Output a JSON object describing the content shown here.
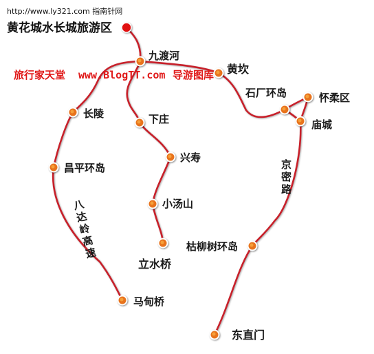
{
  "watermark": "http://www.ly321.com 指南针网",
  "banner": {
    "prefix": "旅行家天堂",
    "site": "www.BlogTT.com",
    "suffix": "导游图库"
  },
  "destination": {
    "name": "黄花城水长城旅游区"
  },
  "places": {
    "jiuduhe": "九渡河",
    "huangkan": "黄坎",
    "shichang_roundabout": "石厂环岛",
    "huairou": "怀柔区",
    "miaocheng": "庙城",
    "changling": "长陵",
    "xiazhuang": "下庄",
    "xingshou": "兴寿",
    "changping_roundabout": "昌平环岛",
    "xiaotangshan": "小汤山",
    "lishuiqiao": "立水桥",
    "kuliushu_roundabout": "枯柳树环岛",
    "majuqiao": "马甸桥",
    "dongzhimen": "东直门"
  },
  "roads": {
    "badaling_expressway": "八达岭高速",
    "jingmi_road": "京密路"
  },
  "colors": {
    "route": "#c8202a",
    "stop": "#e8731c",
    "destination_marker": "#e01010",
    "banner_text": "#e01a1a"
  }
}
